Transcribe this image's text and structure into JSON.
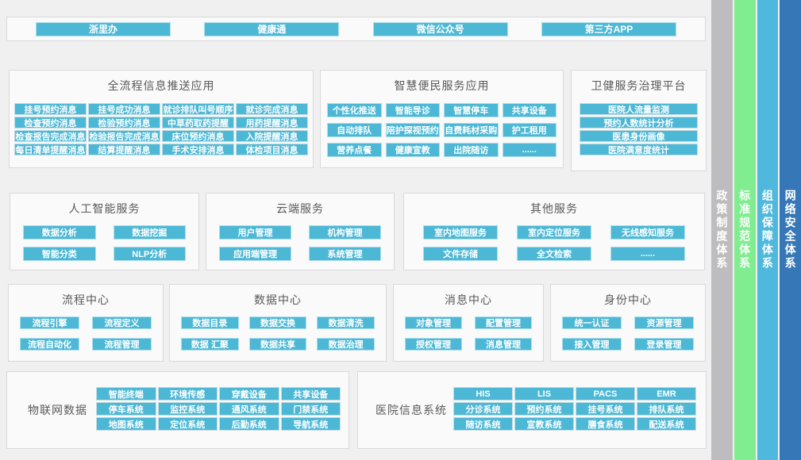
{
  "colors": {
    "page_bg": "#f0f0f0",
    "panel_bg": "#fafafa",
    "panel_border": "#d9d9d9",
    "button_bg": "#4cb8d5",
    "button_text": "#ffffff",
    "title_text": "#595959"
  },
  "top_bar": {
    "channels": [
      "浙里办",
      "健康通",
      "微信公众号",
      "第三方APP"
    ]
  },
  "app_row": {
    "push_panel": {
      "title": "全流程信息推送应用",
      "items": [
        "挂号预约消息",
        "挂号成功消息",
        "就诊排队叫号顺序",
        "就诊完成消息",
        "检查预约消息",
        "检验预约消息",
        "中草药取药提醒",
        "用药提醒消息",
        "检查报告完成消息",
        "检验报告完成消息",
        "床位预约消息",
        "入院提醒消息",
        "每日清单提醒消息",
        "结算提醒消息",
        "手术安排消息",
        "体检项目消息"
      ]
    },
    "convenience_panel": {
      "title": "智慧便民服务应用",
      "items": [
        "个性化推送",
        "智能导诊",
        "智慧停车",
        "共享设备",
        "自动排队",
        "陪护探视预约",
        "自费耗材采购",
        "护工租用",
        "营养点餐",
        "健康宣教",
        "出院随访",
        "......"
      ]
    },
    "governance_panel": {
      "title": "卫健服务治理平台",
      "items": [
        "医院人流量监测",
        "预约人数统计分析",
        "医患身份画像",
        "医院满意度统计"
      ]
    }
  },
  "service_row": {
    "ai_panel": {
      "title": "人工智能服务",
      "items": [
        "数据分析",
        "数据挖掘",
        "智能分类",
        "NLP分析"
      ]
    },
    "cloud_panel": {
      "title": "云端服务",
      "items": [
        "用户管理",
        "机构管理",
        "应用端管理",
        "系统管理"
      ]
    },
    "other_panel": {
      "title": "其他服务",
      "items": [
        "室内地图服务",
        "室内定位服务",
        "无线感知服务",
        "文件存储",
        "全文检索",
        "......"
      ]
    }
  },
  "center_row": {
    "process_panel": {
      "title": "流程中心",
      "items": [
        "流程引擎",
        "流程定义",
        "流程自动化",
        "流程管理"
      ]
    },
    "data_panel": {
      "title": "数据中心",
      "items": [
        "数据目录",
        "数据交换",
        "数据清洗",
        "数据 汇聚",
        "数据共享",
        "数据治理"
      ]
    },
    "message_panel": {
      "title": "消息中心",
      "items": [
        "对象管理",
        "配置管理",
        "授权管理",
        "消息管理"
      ]
    },
    "identity_panel": {
      "title": "身份中心",
      "items": [
        "统一认证",
        "资源管理",
        "接入管理",
        "登录管理"
      ]
    }
  },
  "source_row": {
    "iot_panel": {
      "label": "物联网数据",
      "items": [
        "智能终端",
        "环境传感",
        "穿戴设备",
        "共享设备",
        "停车系统",
        "监控系统",
        "通风系统",
        "门禁系统",
        "地图系统",
        "定位系统",
        "后勤系统",
        "导航系统"
      ]
    },
    "his_panel": {
      "label": "医院信息系统",
      "items": [
        "HIS",
        "LIS",
        "PACS",
        "EMR",
        "分诊系统",
        "预约系统",
        "挂号系统",
        "排队系统",
        "随访系统",
        "宣教系统",
        "膳食系统",
        "配送系统"
      ]
    }
  },
  "side_bars": [
    {
      "label": "政策制度体系",
      "color": "#bdbdbf"
    },
    {
      "label": "标准规范体系",
      "color": "#80ee90"
    },
    {
      "label": "组织保障体系",
      "color": "#4fb8dc"
    },
    {
      "label": "网络安全体系",
      "color": "#3678b7"
    }
  ]
}
